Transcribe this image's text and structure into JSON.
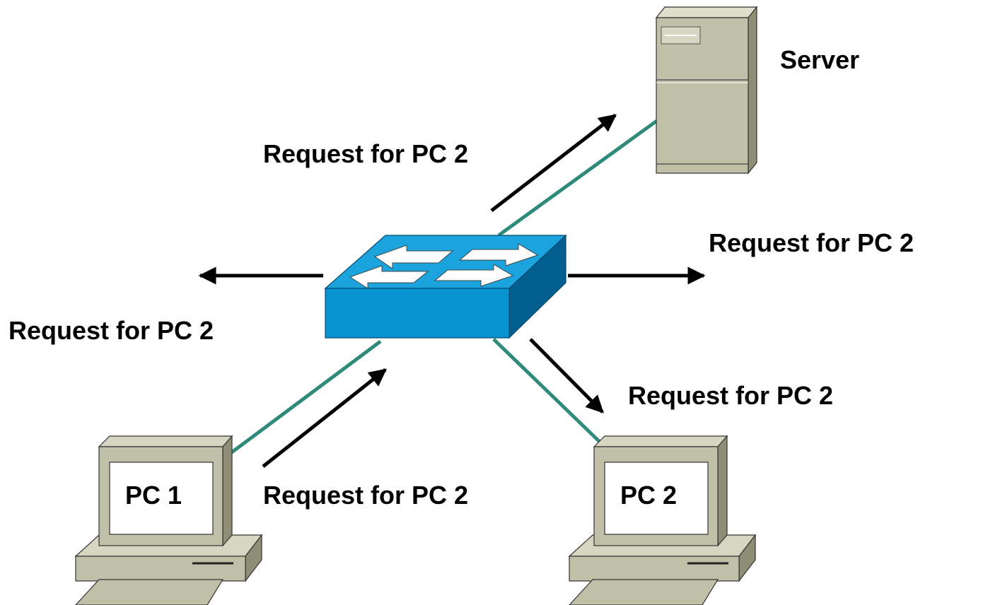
{
  "devices": {
    "server": {
      "label": "Server"
    },
    "pc1": {
      "label": "PC 1"
    },
    "pc2": {
      "label": "PC 2"
    }
  },
  "labels": {
    "to_server": "Request for PC 2",
    "to_right": "Request for PC 2",
    "to_left": "Request for PC 2",
    "to_pc2": "Request for PC 2",
    "from_pc1": "Request for PC 2"
  },
  "colors": {
    "cable": "#2E8B7A",
    "switch_top": "#1AA3DD",
    "switch_front": "#0088C8",
    "switch_side": "#005F8F",
    "device_beige": "#C8C8B0",
    "device_dark": "#9E9E86",
    "arrow": "#000000"
  },
  "icons": [
    "switch-icon",
    "server-icon",
    "computer-icon"
  ]
}
